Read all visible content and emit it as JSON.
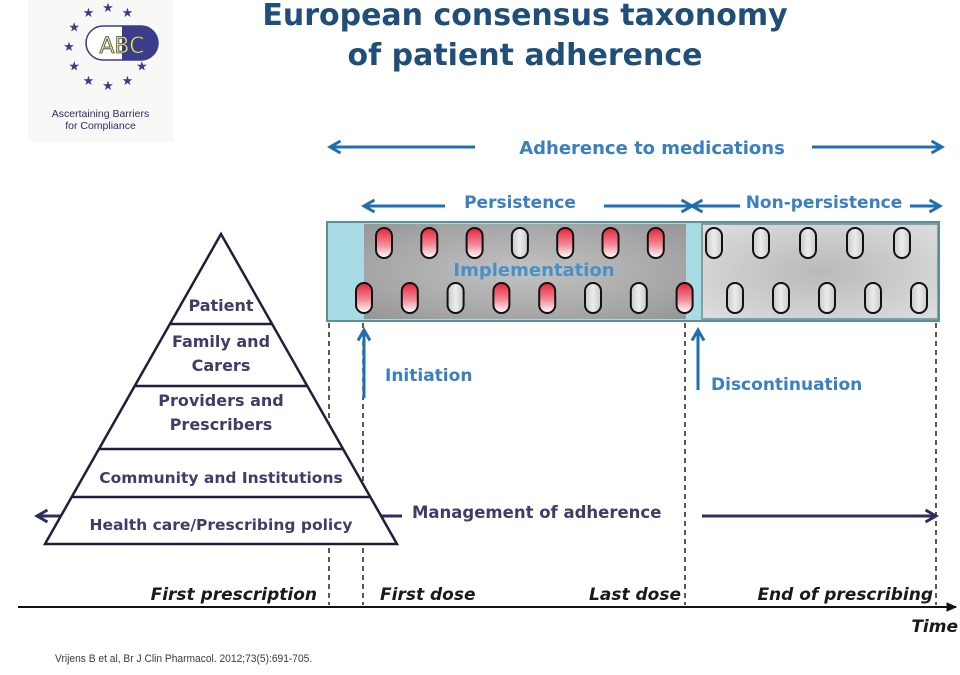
{
  "logo": {
    "badge": "ABC",
    "caption_line1": "Ascertaining Barriers",
    "caption_line2": "for Compliance",
    "star_color": "#3c3c8c",
    "badge_color": "#3c3c8c",
    "badge_text_color": "#f2f23a"
  },
  "title": {
    "line1": "European consensus taxonomy",
    "line2": "of patient adherence",
    "color": "#1f4e79"
  },
  "spans": {
    "adherence": "Adherence to medications",
    "persistence": "Persistence",
    "non_persistence": "Non-persistence",
    "implementation": "Implementation",
    "initiation": "Initiation",
    "discontinuation": "Discontinuation",
    "management": "Management of adherence"
  },
  "pills": {
    "persistence_top": [
      "taken",
      "taken",
      "taken",
      "missed",
      "taken",
      "taken",
      "taken"
    ],
    "persistence_bottom": [
      "taken",
      "taken",
      "missed",
      "taken",
      "taken",
      "missed",
      "missed",
      "taken"
    ],
    "non_persistence_top": [
      "missed",
      "missed",
      "missed",
      "missed",
      "missed"
    ],
    "non_persistence_bottom": [
      "missed",
      "missed",
      "missed",
      "missed",
      "missed"
    ],
    "taken_color": "#e8223a",
    "missed_color": "#d8d8d8"
  },
  "pyramid": {
    "levels": [
      {
        "lines": [
          "Patient"
        ]
      },
      {
        "lines": [
          "Family and",
          "Carers"
        ]
      },
      {
        "lines": [
          "Providers and",
          "Prescribers"
        ]
      },
      {
        "lines": [
          "Community and Institutions"
        ]
      },
      {
        "lines": [
          "Health care/Prescribing policy"
        ]
      }
    ],
    "color": "#3d3d68"
  },
  "timeline": {
    "milestones": [
      "First prescription",
      "First dose",
      "Last dose",
      "End of prescribing"
    ],
    "axis_label": "Time"
  },
  "colors": {
    "accent_blue": "#1f6fb0",
    "navy": "#2e2e5e",
    "band_teal": "#a8dbe3"
  },
  "citation": "Vrijens B et al, Br J Clin Pharmacol. 2012;73(5):691-705."
}
